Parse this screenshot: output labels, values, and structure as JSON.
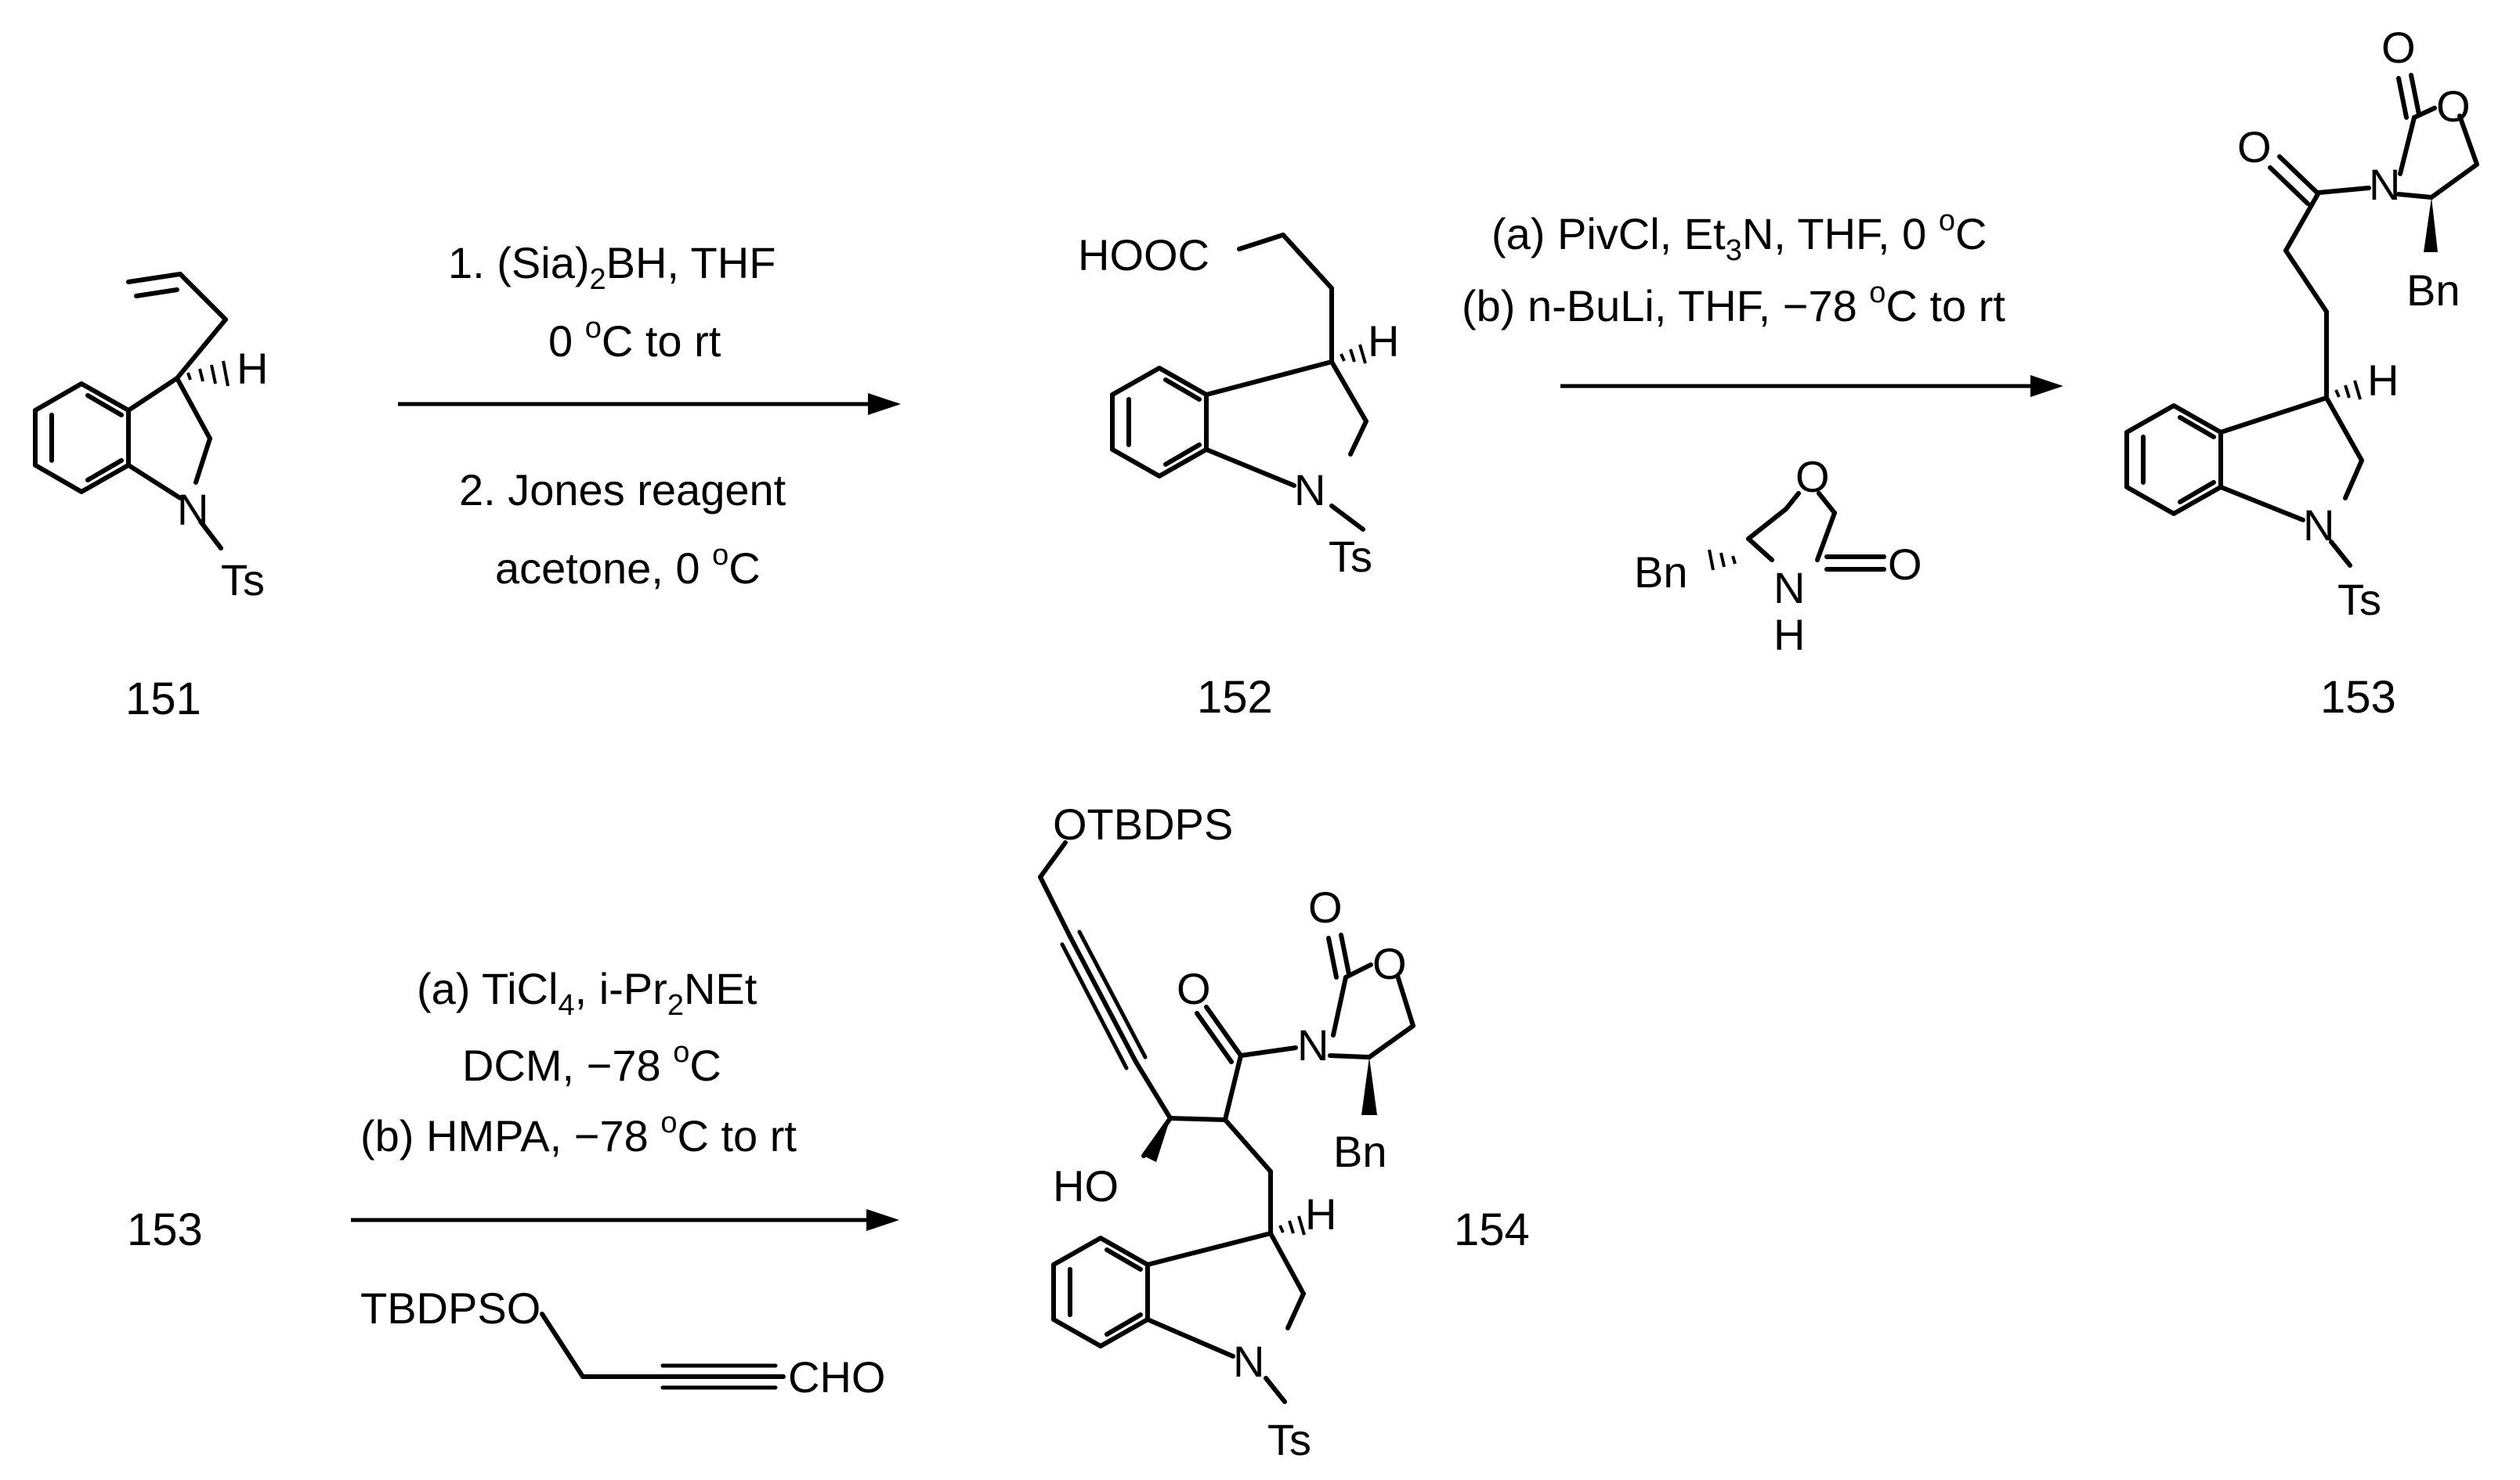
{
  "compounds": {
    "c151": {
      "label": "151",
      "atoms": {
        "h": "H",
        "n": "N",
        "ts": "Ts"
      }
    },
    "c152": {
      "label": "152",
      "atoms": {
        "hooc": "HOOC",
        "h": "H",
        "n": "N",
        "ts": "Ts"
      }
    },
    "c153": {
      "label": "153",
      "atoms": {
        "o_carbonyl": "O",
        "o_ring_carbonyl": "O",
        "o_ring": "O",
        "n_amide": "N",
        "bn": "Bn",
        "h": "H",
        "n": "N",
        "ts": "Ts"
      }
    },
    "c153_start": {
      "label": "153"
    },
    "c154": {
      "label": "154",
      "atoms": {
        "otbdps": "OTBDPS",
        "o_carbonyl": "O",
        "o_ring_carbonyl": "O",
        "o_ring": "O",
        "n_amide": "N",
        "bn": "Bn",
        "ho": "HO",
        "h": "H",
        "n": "N",
        "ts": "Ts"
      }
    }
  },
  "step1": {
    "above": {
      "line1_pre": "1. (Sia)",
      "line1_sub": "2",
      "line1_post": "BH, THF",
      "line2_pre": "0 ",
      "line2_sup": "o",
      "line2_post": "C to rt"
    },
    "below": {
      "line1": "2. Jones reagent",
      "line2_pre": "acetone, 0 ",
      "line2_sup": "o",
      "line2_post": "C"
    }
  },
  "step2": {
    "above": {
      "line1_pre": "(a) PivCl, Et",
      "line1_sub": "3",
      "line1_mid": "N, THF,  0 ",
      "line1_sup": "o",
      "line1_post": "C",
      "line2_pre": "(b) n-BuLi, THF,  −78 ",
      "line2_sup": "o",
      "line2_post": "C to rt"
    },
    "reagent": {
      "o_ring": "O",
      "o_carbonyl": "O",
      "n": "N",
      "h": "H",
      "bn": "Bn"
    }
  },
  "step3": {
    "above": {
      "line1_pre": "(a) TiCl",
      "line1_sub": "4",
      "line1_mid": ", i-Pr",
      "line1_sub2": "2",
      "line1_post": "NEt",
      "line2_pre": "DCM, −78 ",
      "line2_sup": "o",
      "line2_post": "C",
      "line3_pre": "(b) HMPA, −78 ",
      "line3_sup": "o",
      "line3_post": "C to rt"
    },
    "reagent": {
      "left": "TBDPSO",
      "right": "CHO"
    }
  }
}
